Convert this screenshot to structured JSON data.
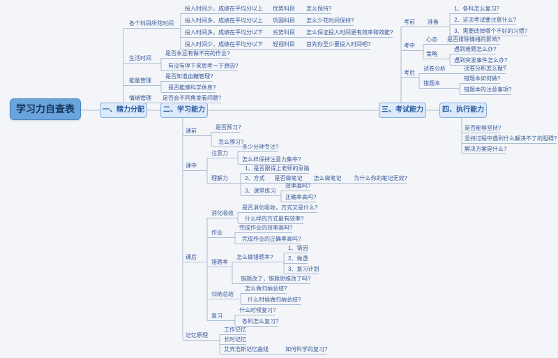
{
  "theme": {
    "bg": "#f3f5f8",
    "line": "#a9bdd6",
    "text": "#3a5a9b",
    "rfill": "#6ba3dc",
    "rborder": "#4c86c2",
    "rtext": "#16365c",
    "bfill": "#dceafb",
    "bborder": "#84aede",
    "btext": "#2e5c9e"
  },
  "root": {
    "label": "学习力自查表"
  },
  "b1": {
    "label": "一、精力分配",
    "subjects": {
      "label": "各个科目所花时间",
      "rows": [
        {
          "condition": "投入时间少，成绩在平均分以上",
          "category": "优势科目",
          "question": "怎么保持?"
        },
        {
          "condition": "投入时间多，成绩在平均分以上",
          "category": "巩固科目",
          "question": "怎么少花时间保持?"
        },
        {
          "condition": "投入时间多，成绩在平均分以下",
          "category": "劣势科目",
          "question": "怎么保证投入时间更有效率和效能?"
        },
        {
          "condition": "投入时间少，成绩在平均分以下",
          "category": "轻视科目",
          "question": "首先你至少要投入时间吧?"
        }
      ]
    },
    "life": {
      "label": "生活时间",
      "q1": "是否永远有做不完的作业?",
      "q2": "有没有停下来思考一下原因?"
    },
    "energy": {
      "label": "能量管理",
      "q1": "是否知道血糖管理?",
      "q2": "是否能够科学休息?"
    },
    "emotion": {
      "label": "情绪管理",
      "q1": "是否会不同角度看问题?"
    }
  },
  "b2": {
    "label": "二、学习能力",
    "before": {
      "label": "课前",
      "q1": "是否预习?",
      "q2": "怎么预习?"
    },
    "during": {
      "label": "课中",
      "attention": {
        "label": "注意力",
        "q1": "多少分钟专注?",
        "q2": "怎么样保持注意力集中?"
      },
      "comprehension": {
        "label": "理解力",
        "q1": "1、是否跟得上老师的思路",
        "method": {
          "label": "2、方式",
          "n1": "是否做笔记",
          "n2": "怎么做笔记",
          "n3": "为什么你的笔记无效?"
        },
        "practice": {
          "label": "3、课堂练习",
          "q1": "效率高吗?",
          "q2": "正确率高吗?"
        }
      }
    },
    "after": {
      "label": "课后",
      "digest": {
        "label": "消化吸收",
        "q1": "是否消化吸收，方式又是什么?",
        "q2": "什么样的方式最有效率?"
      },
      "homework": {
        "label": "作业",
        "q1": "完成作业的效率高吗?",
        "q2": "完成作业的正确率高吗?"
      },
      "mistakes": {
        "label": "错题本",
        "how": {
          "label": "怎么做错题本?",
          "s1": "1、错因",
          "s2": "2、做透",
          "s3": "3、复习计划"
        },
        "q2": "错题改了，错题思维改了吗?"
      },
      "summary": {
        "label": "归纳总结",
        "q1": "怎么做归纳总结?",
        "q2": "什么时候做归纳总结?"
      },
      "review": {
        "label": "复习",
        "q1": "什么时候复习?",
        "q2": "各科怎么复习?"
      }
    },
    "memory": {
      "label": "记忆原理",
      "i1": "工作记忆",
      "i2": "长时记忆",
      "i3": "艾宾浩斯记忆曲线",
      "q3": "如何科学的复习?"
    }
  },
  "b3": {
    "label": "三、考试能力",
    "pre": {
      "label": "考前",
      "prep": {
        "label": "准备",
        "q1": "1、各科怎么复习?",
        "q2": "2、这次考试要注意什么?",
        "q3": "3、需要改掉哪个不好的习惯?"
      }
    },
    "mid": {
      "label": "考中",
      "mindset": {
        "label": "心态",
        "q1": "是否排除情绪的影响?"
      },
      "strategy": {
        "label": "策略",
        "q1": "遇到难题怎么办?",
        "q2": "遇到突发事件怎么办?"
      }
    },
    "post": {
      "label": "考后",
      "analysis": {
        "label": "试卷分析",
        "q1": "试卷分析怎么做?"
      },
      "mistakes": {
        "label": "错题本",
        "q1": "错题本如何做?",
        "q2": "错题本的注意事项?"
      }
    }
  },
  "b4": {
    "label": "四、执行能力",
    "q1": "是否能够坚持?",
    "q2": "坚持过程中遇到什么解决不了的阻碍?",
    "q3": "解决方案是什么?"
  }
}
